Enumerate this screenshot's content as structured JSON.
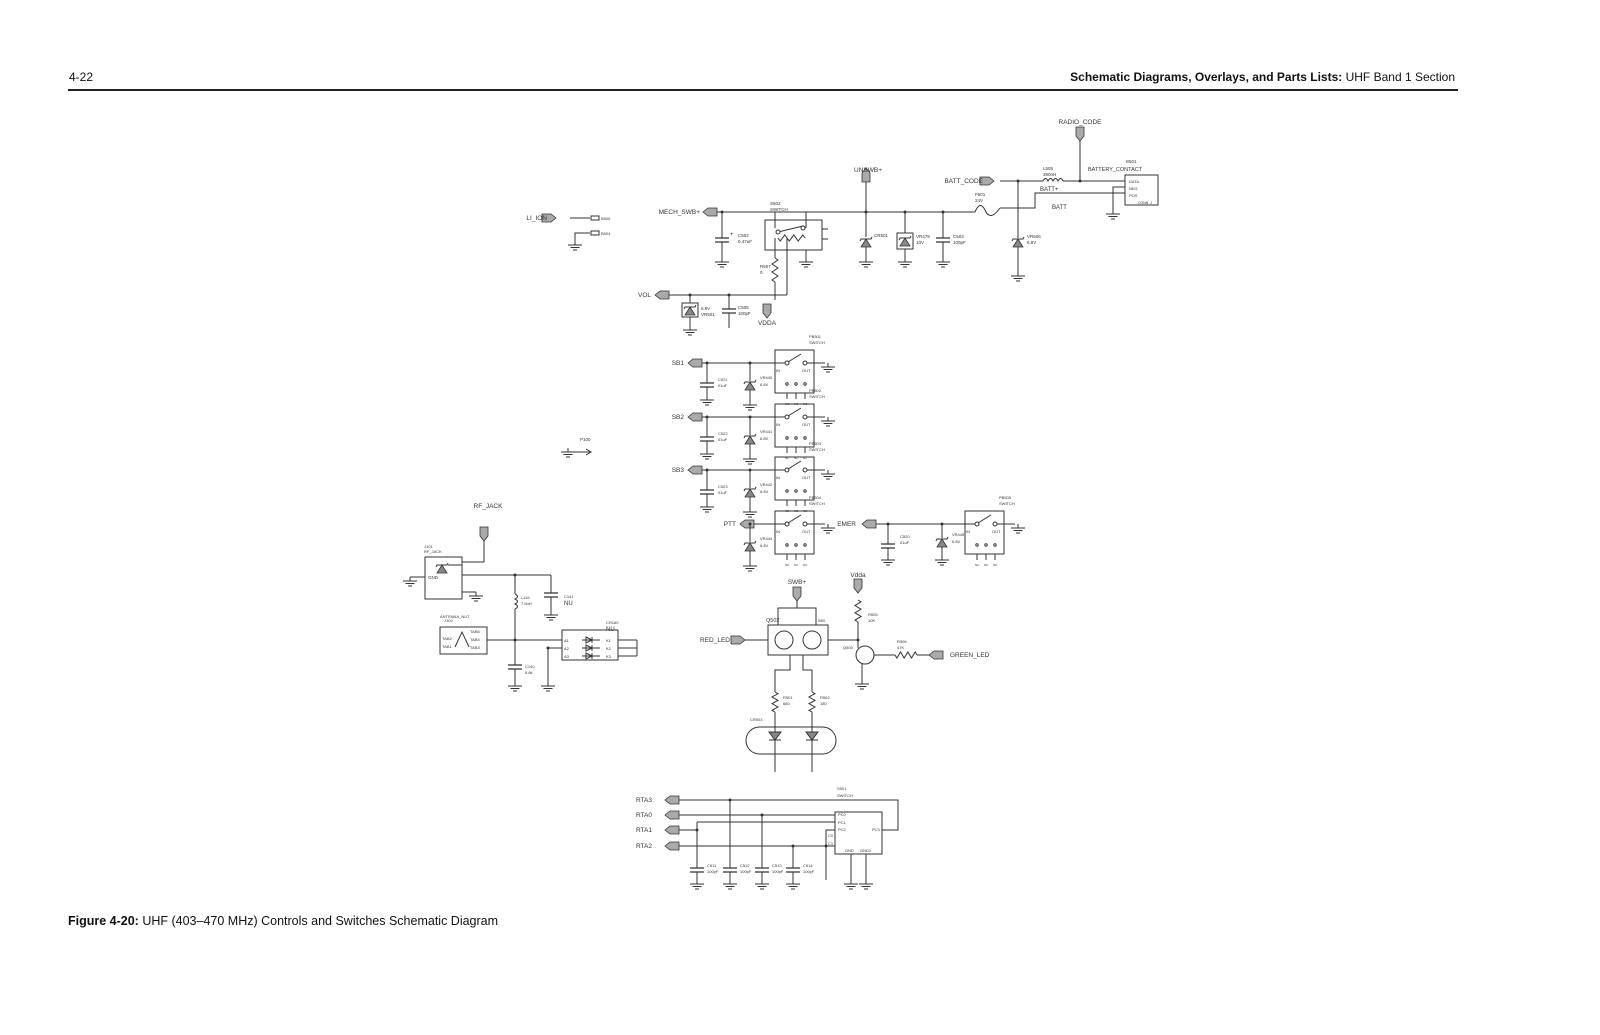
{
  "header": {
    "page_number": "4-22",
    "title_bold": "Schematic Diagrams, Overlays, and Parts Lists:",
    "title_rest": " UHF Band 1 Section"
  },
  "caption": {
    "label": "Figure 4-20:",
    "text": " UHF (403–470 MHz) Controls and Switches Schematic Diagram"
  },
  "ports": {
    "mech_swb": "MECH_SWB+",
    "vol": "VOL",
    "unswb": "UNSWB+",
    "batt_code": "BATT_CODE",
    "radio_code": "RADIO_CODE",
    "li_ion": "LI_ION",
    "vdda_top": "VDDA",
    "sb1": "SB1",
    "sb2": "SB2",
    "sb3": "SB3",
    "ptt": "PTT",
    "emer": "EMER",
    "rf_jack": "RF_JACK",
    "red_led": "RED_LED",
    "green_led": "GREEN_LED",
    "swb": "SWB+",
    "vdda": "Vdda",
    "rta3": "RTA3",
    "rta0": "RTA0",
    "rta1": "RTA1",
    "rta2": "RTA2"
  },
  "parts": {
    "s502": [
      "S502",
      "SWITCH"
    ],
    "c502": [
      "C502",
      "0.47uF"
    ],
    "r507": [
      "R507",
      "0"
    ],
    "vr501": [
      "6.8V",
      "VR501"
    ],
    "c505": [
      "C505",
      "100pF"
    ],
    "cr501": "CR501",
    "vr479": [
      "VR479",
      "10V"
    ],
    "c503": [
      "C503",
      "100pF"
    ],
    "f501": [
      "F501",
      "24V"
    ],
    "l505": [
      "L505",
      "390nH"
    ],
    "vr506": [
      "VR506",
      "6.8V"
    ],
    "b501": [
      "B501",
      "BATTERY_CONTACT"
    ],
    "b501_pins": [
      "DATA",
      "NEG",
      "POS",
      "CONN_J"
    ],
    "batt_plus": "BATT+",
    "batt": "BATT",
    "b505": "B505",
    "b504": "B504",
    "p100": "P100",
    "switches": [
      {
        "ref": "PB501",
        "type": "SWITCH",
        "cap": "C521",
        "cap_val": "01uF",
        "vr": "VR440",
        "vr_val": "6.8V"
      },
      {
        "ref": "PB502",
        "type": "SWITCH",
        "cap": "C522",
        "cap_val": "01uF",
        "vr": "VR441",
        "vr_val": "6.8V"
      },
      {
        "ref": "PB503",
        "type": "SWITCH",
        "cap": "C523",
        "cap_val": "01uF",
        "vr": "VR442",
        "vr_val": "6.8V"
      },
      {
        "ref": "PB504",
        "type": "SWITCH",
        "cap": "",
        "cap_val": "",
        "vr": "VR444",
        "vr_val": "6.8V"
      },
      {
        "ref": "PB505",
        "type": "SWITCH",
        "cap": "C520",
        "cap_val": "01uF",
        "vr": "VR445",
        "vr_val": "6.8V"
      }
    ],
    "sw_pins": [
      "IN",
      "OUT",
      "NC"
    ],
    "j101": [
      "J101",
      "RF_JACK",
      "GND"
    ],
    "j102": [
      "J102",
      "ANTENNA_NUT"
    ],
    "j102_pins": [
      "TAB2",
      "TAB1",
      "TAB6",
      "TAB4",
      "TAB3"
    ],
    "l116": [
      "L116",
      "7.5nH"
    ],
    "c141": [
      "C141",
      "NU"
    ],
    "c140": [
      "C140",
      "5.6k"
    ],
    "cr160": [
      "CR160",
      "NU"
    ],
    "cr160_pins": [
      "A1",
      "A2",
      "A3",
      "K1",
      "K2",
      "K3"
    ],
    "q502": [
      "Q502",
      "IMD"
    ],
    "r505": [
      "R505",
      "10K"
    ],
    "q505": "Q505",
    "r506": [
      "R506",
      "47K"
    ],
    "r501": [
      "R501",
      "680"
    ],
    "r502": [
      "R502",
      "180"
    ],
    "cr503": "CR503",
    "s501": [
      "S501",
      "SWITCH"
    ],
    "s501_pins": [
      "PC0",
      "PC1",
      "PC2",
      "C0",
      "C1",
      "PC3",
      "GND",
      "GND1"
    ],
    "c511": [
      "C511",
      "100pF"
    ],
    "c512": [
      "C512",
      "100pF"
    ],
    "c513": [
      "C513",
      "100pF"
    ],
    "c514": [
      "C514",
      "100pF"
    ]
  }
}
